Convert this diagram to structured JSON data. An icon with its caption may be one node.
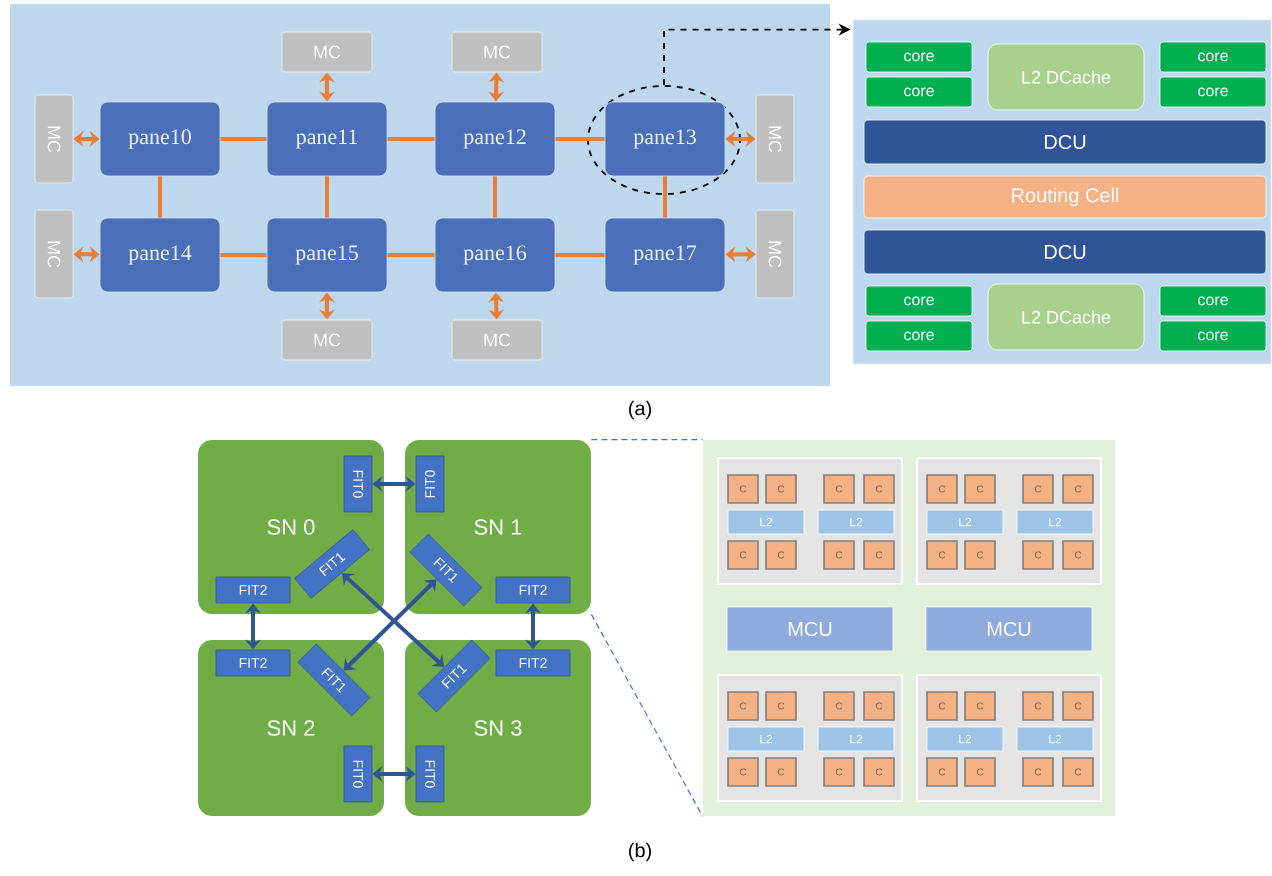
{
  "diagram": {
    "nodes": [
      {
        "text": [],
        "shape": "box"
      },
      {
        "text": [
          "pane10"
        ],
        "in": 0
      },
      {
        "text": [
          "pane11"
        ],
        "in": 0
      },
      {
        "text": [
          "pane12"
        ],
        "in": 0
      },
      {
        "text": [
          "pane13"
        ],
        "in": 17
      },
      {
        "text": [
          "pane14"
        ],
        "in": 0
      },
      {
        "text": [
          "pane15"
        ],
        "in": 0
      },
      {
        "text": [
          "pane16"
        ],
        "in": 0
      },
      {
        "text": [
          "pane17"
        ],
        "in": 0
      },
      {
        "text": [
          "MC"
        ],
        "in": 0
      },
      {
        "text": [
          "MC"
        ],
        "in": 0
      },
      {
        "text": [
          "MC"
        ],
        "in": 0
      },
      {
        "text": [
          "MC"
        ],
        "in": 0
      },
      {
        "text": [
          "MC"
        ],
        "in": 0
      },
      {
        "text": [
          "MC"
        ],
        "in": 0
      },
      {
        "text": [
          "MC"
        ],
        "in": 0
      },
      {
        "text": [
          "MC"
        ],
        "in": 0
      },
      {
        "text": [],
        "shape": "circle",
        "in": 0
      },
      {
        "text": [],
        "shape": "box"
      },
      {
        "text": [
          "core"
        ],
        "in": 18
      },
      {
        "text": [
          "core"
        ],
        "in": 18
      },
      {
        "text": [
          "L2 DCache"
        ],
        "in": 18
      },
      {
        "text": [
          "core"
        ],
        "in": 18
      },
      {
        "text": [
          "core"
        ],
        "in": 18
      },
      {
        "text": [
          "DCU"
        ],
        "in": 18
      },
      {
        "text": [
          "Routing Cell"
        ],
        "in": 18
      },
      {
        "text": [
          "DCU"
        ],
        "in": 18
      },
      {
        "text": [
          "core"
        ],
        "in": 18
      },
      {
        "text": [
          "core"
        ],
        "in": 18
      },
      {
        "text": [
          "L2 DCache"
        ],
        "in": 18
      },
      {
        "text": [
          "core"
        ],
        "in": 18
      },
      {
        "text": [
          "core"
        ],
        "in": 18
      },
      {
        "text": [
          "SN 0"
        ]
      },
      {
        "text": [
          "FIT0"
        ],
        "in": 32
      },
      {
        "text": [
          "FIT1"
        ],
        "in": 32
      },
      {
        "text": [
          "FIT2"
        ],
        "in": 32
      },
      {
        "text": [
          "SN 1"
        ]
      },
      {
        "text": [
          "FIT0"
        ],
        "in": 36
      },
      {
        "text": [
          "FIT1"
        ],
        "in": 36
      },
      {
        "text": [
          "FIT2"
        ],
        "in": 36
      },
      {
        "text": [
          "SN 2"
        ]
      },
      {
        "text": [
          "FIT2"
        ],
        "in": 40
      },
      {
        "text": [
          "FIT1"
        ],
        "in": 40
      },
      {
        "text": [
          "FIT0"
        ],
        "in": 40
      },
      {
        "text": [
          "SN 3"
        ]
      },
      {
        "text": [
          "FIT2"
        ],
        "in": 44
      },
      {
        "text": [
          "FIT1"
        ],
        "in": 44
      },
      {
        "text": [
          "FIT0"
        ],
        "in": 44
      },
      {
        "text": [],
        "shape": "box"
      },
      {
        "text": [],
        "shape": "box",
        "in": 48
      },
      {
        "text": [
          "C"
        ],
        "in": 49
      },
      {
        "text": [
          "C"
        ],
        "in": 49
      },
      {
        "text": [
          "C"
        ],
        "in": 49
      },
      {
        "text": [
          "C"
        ],
        "in": 49
      },
      {
        "text": [
          "L2"
        ],
        "in": 49
      },
      {
        "text": [
          "L2"
        ],
        "in": 49
      },
      {
        "text": [
          "C"
        ],
        "in": 49
      },
      {
        "text": [
          "C"
        ],
        "in": 49
      },
      {
        "text": [
          "C"
        ],
        "in": 49
      },
      {
        "text": [
          "C"
        ],
        "in": 49
      },
      {
        "text": [],
        "shape": "box",
        "in": 48
      },
      {
        "text": [
          "C"
        ],
        "in": 60
      },
      {
        "text": [
          "C"
        ],
        "in": 60
      },
      {
        "text": [
          "C"
        ],
        "in": 60
      },
      {
        "text": [
          "C"
        ],
        "in": 60
      },
      {
        "text": [
          "L2"
        ],
        "in": 60
      },
      {
        "text": [
          "L2"
        ],
        "in": 60
      },
      {
        "text": [
          "C"
        ],
        "in": 60
      },
      {
        "text": [
          "C"
        ],
        "in": 60
      },
      {
        "text": [
          "C"
        ],
        "in": 60
      },
      {
        "text": [
          "C"
        ],
        "in": 60
      },
      {
        "text": [
          "MCU"
        ],
        "in": 48
      },
      {
        "text": [
          "MCU"
        ],
        "in": 48
      },
      {
        "text": [],
        "shape": "box",
        "in": 48
      },
      {
        "text": [
          "C"
        ],
        "in": 73
      },
      {
        "text": [
          "C"
        ],
        "in": 73
      },
      {
        "text": [
          "C"
        ],
        "in": 73
      },
      {
        "text": [
          "C"
        ],
        "in": 73
      },
      {
        "text": [
          "L2"
        ],
        "in": 73
      },
      {
        "text": [
          "L2"
        ],
        "in": 73
      },
      {
        "text": [
          "C"
        ],
        "in": 73
      },
      {
        "text": [
          "C"
        ],
        "in": 73
      },
      {
        "text": [
          "C"
        ],
        "in": 73
      },
      {
        "text": [
          "C"
        ],
        "in": 73
      },
      {
        "text": [],
        "shape": "box",
        "in": 48
      },
      {
        "text": [
          "C"
        ],
        "in": 84
      },
      {
        "text": [
          "C"
        ],
        "in": 84
      },
      {
        "text": [
          "C"
        ],
        "in": 84
      },
      {
        "text": [
          "C"
        ],
        "in": 84
      },
      {
        "text": [
          "L2"
        ],
        "in": 84
      },
      {
        "text": [
          "L2"
        ],
        "in": 84
      },
      {
        "text": [
          "C"
        ],
        "in": 84
      },
      {
        "text": [
          "C"
        ],
        "in": 84
      },
      {
        "text": [
          "C"
        ],
        "in": 84
      },
      {
        "text": [
          "C"
        ],
        "in": 84
      }
    ],
    "edges": [
      {
        "from": 1,
        "to": 2,
        "arrow": "none"
      },
      {
        "from": 2,
        "to": 3,
        "arrow": "none"
      },
      {
        "from": 3,
        "to": 4,
        "arrow": "none"
      },
      {
        "from": 5,
        "to": 6,
        "arrow": "none"
      },
      {
        "from": 6,
        "to": 7,
        "arrow": "none"
      },
      {
        "from": 7,
        "to": 8,
        "arrow": "none"
      },
      {
        "from": 1,
        "to": 5,
        "arrow": "none"
      },
      {
        "from": 2,
        "to": 6,
        "arrow": "none"
      },
      {
        "from": 3,
        "to": 7,
        "arrow": "none"
      },
      {
        "from": 4,
        "to": 8,
        "arrow": "none"
      },
      {
        "from": 2,
        "to": 9,
        "arrow": "both"
      },
      {
        "from": 3,
        "to": 10,
        "arrow": "both"
      },
      {
        "from": 1,
        "to": 11,
        "arrow": "both"
      },
      {
        "from": 4,
        "to": 12,
        "arrow": "both"
      },
      {
        "from": 5,
        "to": 13,
        "arrow": "both"
      },
      {
        "from": 8,
        "to": 14,
        "arrow": "both"
      },
      {
        "from": 6,
        "to": 15,
        "arrow": "both"
      },
      {
        "from": 7,
        "to": 16,
        "arrow": "both"
      },
      {
        "from": 17,
        "to": 18,
        "arrow": "to",
        "style": "dashed",
        "color": "#000000"
      },
      {
        "from": 33,
        "to": 37,
        "arrow": "both",
        "color": "#2f5597"
      },
      {
        "from": 35,
        "to": 41,
        "arrow": "both",
        "color": "#2f5597"
      },
      {
        "from": 39,
        "to": 45,
        "arrow": "both",
        "color": "#2f5597"
      },
      {
        "from": 43,
        "to": 47,
        "arrow": "both",
        "color": "#2f5597"
      },
      {
        "from": 34,
        "to": 46,
        "arrow": "both",
        "color": "#2f5597"
      },
      {
        "from": 38,
        "to": 42,
        "arrow": "both",
        "color": "#2f5597"
      },
      {
        "from": 36,
        "to": 48,
        "arrow": "none",
        "style": "dashed",
        "color": "#4472c4"
      },
      {
        "from": 36,
        "to": 48,
        "arrow": "none",
        "style": "dashed",
        "color": "#4472c4"
      }
    ],
    "labels": [
      "(a)",
      "(b)"
    ]
  }
}
